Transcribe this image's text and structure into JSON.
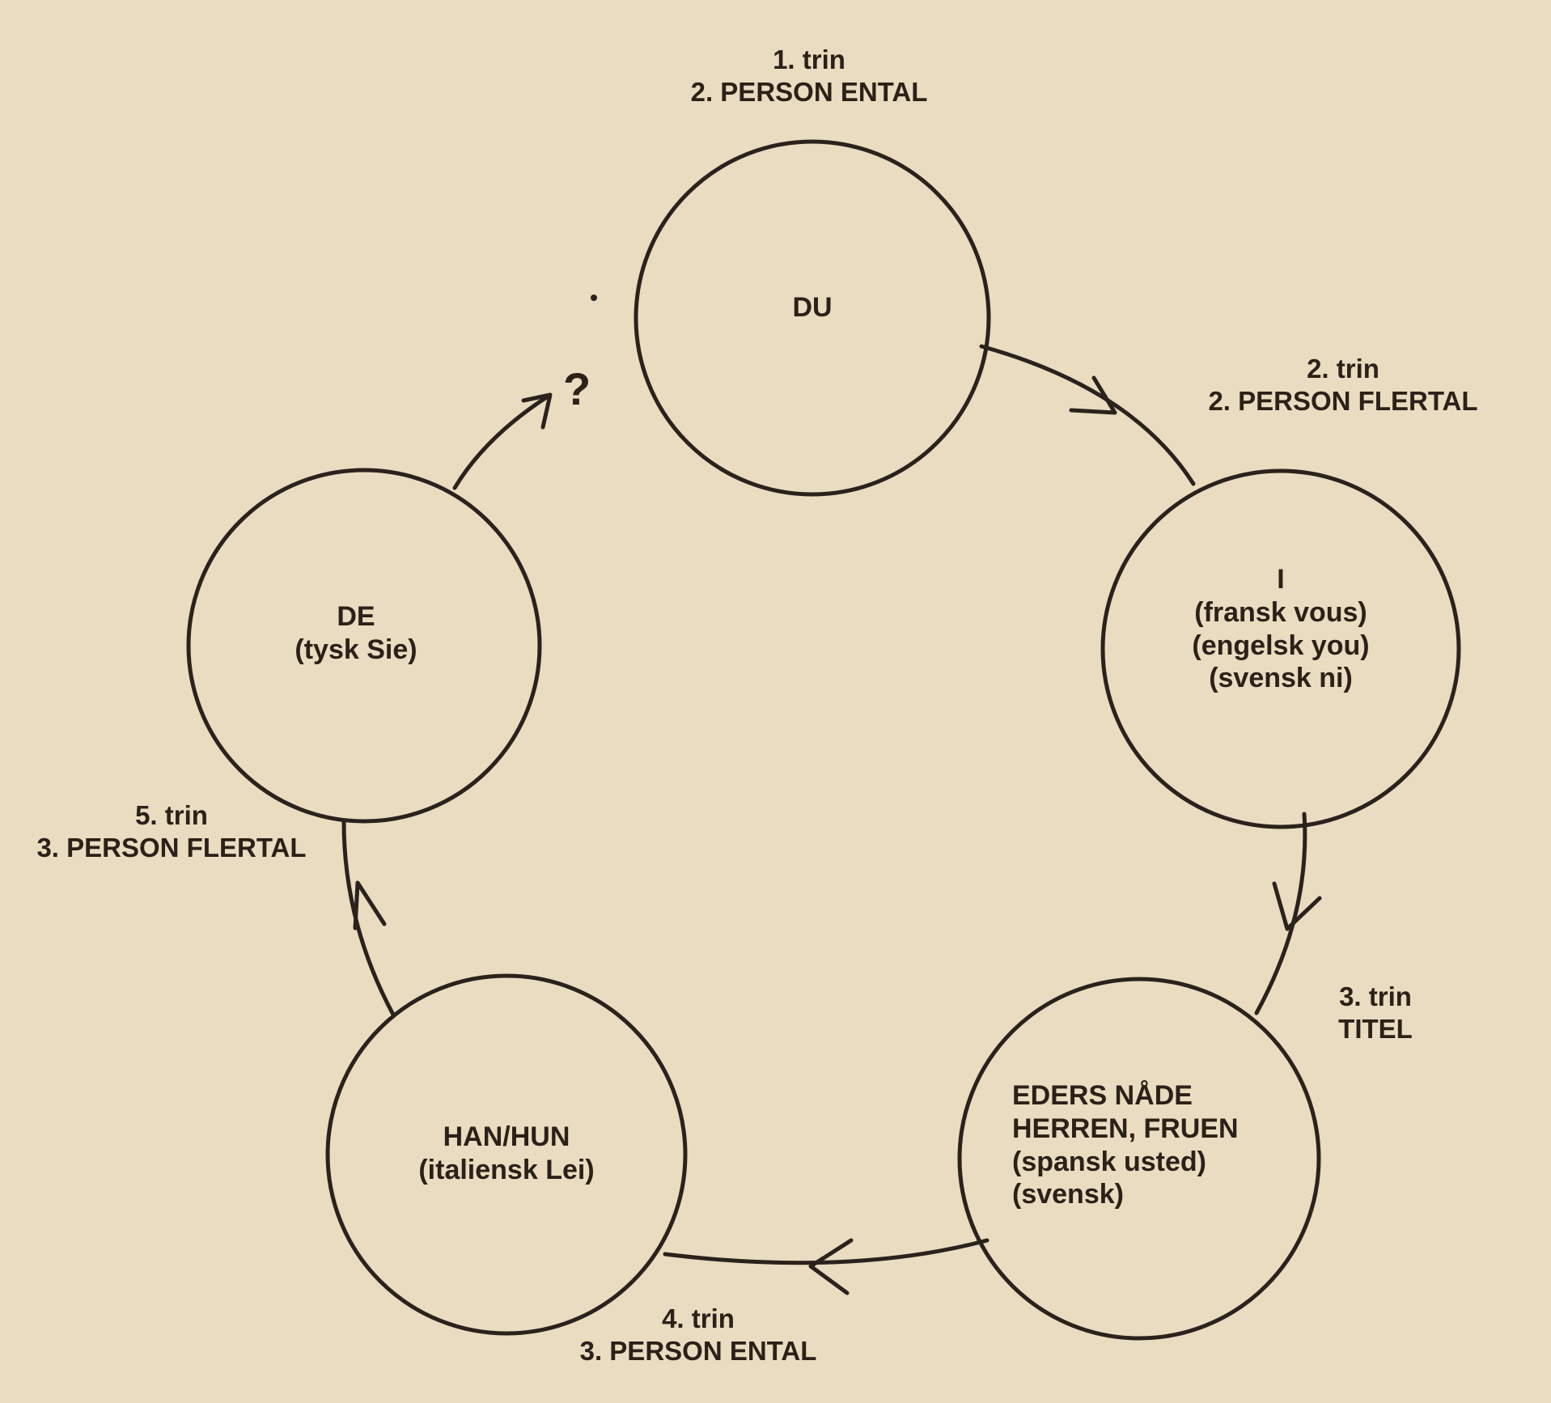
{
  "nodes": [
    {
      "id": "du",
      "lines": [
        "DU"
      ]
    },
    {
      "id": "i",
      "lines": [
        "I",
        "(fransk vous)",
        "(engelsk you)",
        "(svensk ni)"
      ]
    },
    {
      "id": "eders",
      "lines": [
        "EDERS NÅDE",
        "HERREN, FRUEN",
        "(spansk usted)",
        "(svensk)"
      ]
    },
    {
      "id": "hanhun",
      "lines": [
        "HAN/HUN",
        "(italiensk Lei)"
      ]
    },
    {
      "id": "de",
      "lines": [
        "DE",
        "(tysk Sie)"
      ]
    }
  ],
  "steps": [
    {
      "step": "1. trin",
      "label": "2. PERSON ENTAL"
    },
    {
      "step": "2. trin",
      "label": "2. PERSON FLERTAL"
    },
    {
      "step": "3. trin",
      "label": "TITEL"
    },
    {
      "step": "4. trin",
      "label": "3. PERSON ENTAL"
    },
    {
      "step": "5. trin",
      "label": "3. PERSON FLERTAL"
    }
  ],
  "question_mark": "?"
}
